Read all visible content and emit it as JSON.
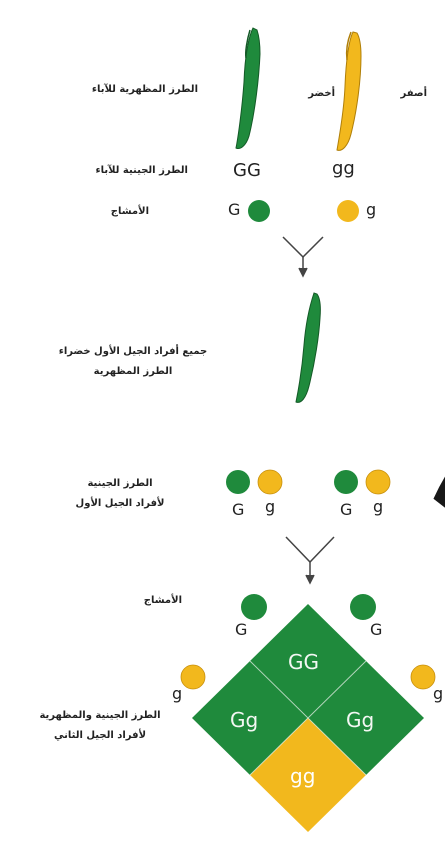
{
  "labels": {
    "parent_phenotype": "الطرز المظهرية للآباء",
    "parent_genotype": "الطرز الجينية للآباء",
    "gametes_1": "الأمشاج",
    "f1_all_green": "جميع أفراد الجيل الأول خضراء",
    "phenotype": "الطرز المظهرية",
    "f1_genotype_line1": "الطرز الجينية",
    "f1_genotype_line2": "لأفراد الجيل الأول",
    "gametes_2": "الأمشاج",
    "f2_line1": "الطرز الجينية والمظهرية",
    "f2_line2": "لأفراد الجيل الثاني"
  },
  "parents": {
    "green_name": "أخضر",
    "yellow_name": "أصفر",
    "green_genotype": "GG",
    "yellow_genotype": "gg",
    "green_gamete": "G",
    "yellow_gamete": "g"
  },
  "f1": {
    "gametes": [
      "G",
      "g",
      "G",
      "g"
    ]
  },
  "f2": {
    "top_gametes": [
      "G",
      "G"
    ],
    "side_gametes": [
      "g",
      "g"
    ],
    "cells": {
      "top": "GG",
      "left": "Gg",
      "right": "Gg",
      "bottom": "gg"
    }
  },
  "colors": {
    "green": "#1f8a3c",
    "yellow": "#f2b81d",
    "watermark": "#000000"
  }
}
